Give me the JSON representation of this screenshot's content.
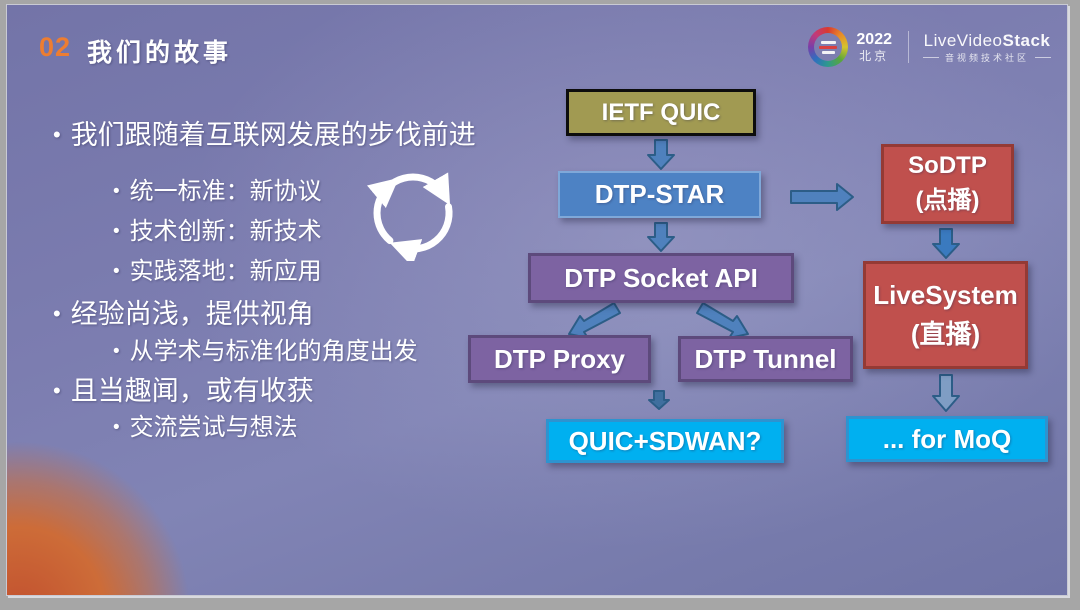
{
  "slide": {
    "section_number": "02",
    "title": "我们的故事"
  },
  "logo": {
    "year": "2022",
    "city": "北京",
    "brand_live": "LiveVideo",
    "brand_stack": "Stack",
    "tagline": "音视频技术社区"
  },
  "bullets": [
    {
      "level": 1,
      "text": "我们跟随着互联网发展的步伐前进"
    },
    {
      "level": 2,
      "text": "统一标准：新协议"
    },
    {
      "level": 2,
      "text": "技术创新：新技术"
    },
    {
      "level": 2,
      "text": "实践落地：新应用"
    },
    {
      "level": 1,
      "text": "经验尚浅，提供视角"
    },
    {
      "level": 2,
      "text": "从学术与标准化的角度出发"
    },
    {
      "level": 1,
      "text": "且当趣闻，或有收获"
    },
    {
      "level": 2,
      "text": "交流尝试与想法"
    }
  ],
  "flowchart": {
    "ietf_quic": "IETF QUIC",
    "dtp_star": "DTP-STAR",
    "sodtp_line1": "SoDTP",
    "sodtp_line2": "(点播)",
    "dtp_socket_api": "DTP Socket API",
    "dtp_proxy": "DTP Proxy",
    "dtp_tunnel": "DTP Tunnel",
    "quic_sdwan": "QUIC+SDWAN?",
    "livesystem_line1": "LiveSystem",
    "livesystem_line2": "(直播)",
    "for_moq": "... for MoQ"
  },
  "colors": {
    "accent_orange": "#ed7d31",
    "box_olive": "#a19a52",
    "box_blue": "#4d82c4",
    "box_red": "#c0504d",
    "box_purple": "#7d63a2",
    "box_cyan": "#00b0f0",
    "arrow_blue": "#4f81bd",
    "background_purple": "#7b7cae",
    "blob_orange": "#cd6c38"
  }
}
